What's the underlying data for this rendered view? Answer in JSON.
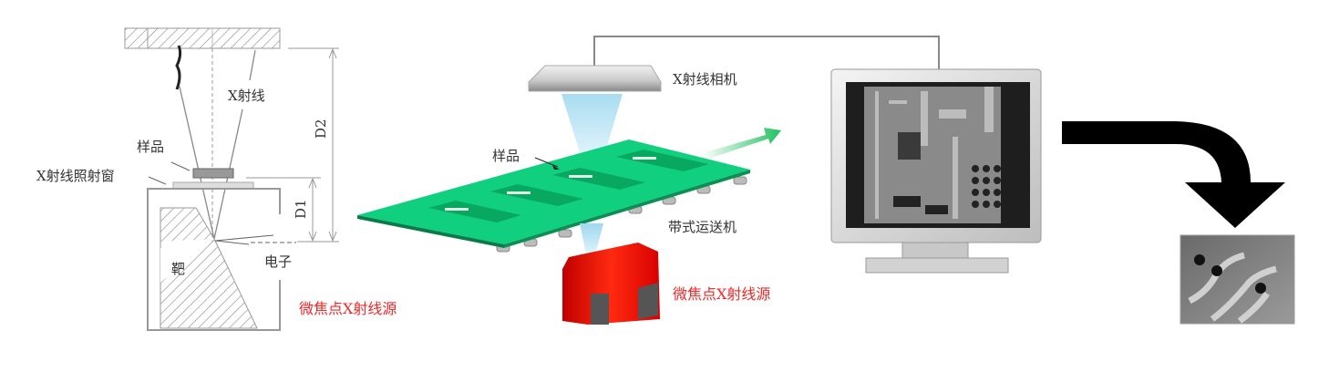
{
  "left_diagram": {
    "xray_label": "X射线",
    "d2_label": "D2",
    "d1_label": "D1",
    "sample_label": "样品",
    "window_label": "X射线照射窗",
    "target_label": "靶",
    "electron_label": "电子",
    "source_label": "微焦点X射线源"
  },
  "middle_diagram": {
    "camera_label": "X射线相机",
    "sample_label": "样品",
    "conveyor_label": "带式运送机",
    "source_label": "微焦点X射线源"
  },
  "colors": {
    "board": "#10d080",
    "source": "#e81818",
    "red_text": "#f02828",
    "beam": "#a8ddf0"
  }
}
